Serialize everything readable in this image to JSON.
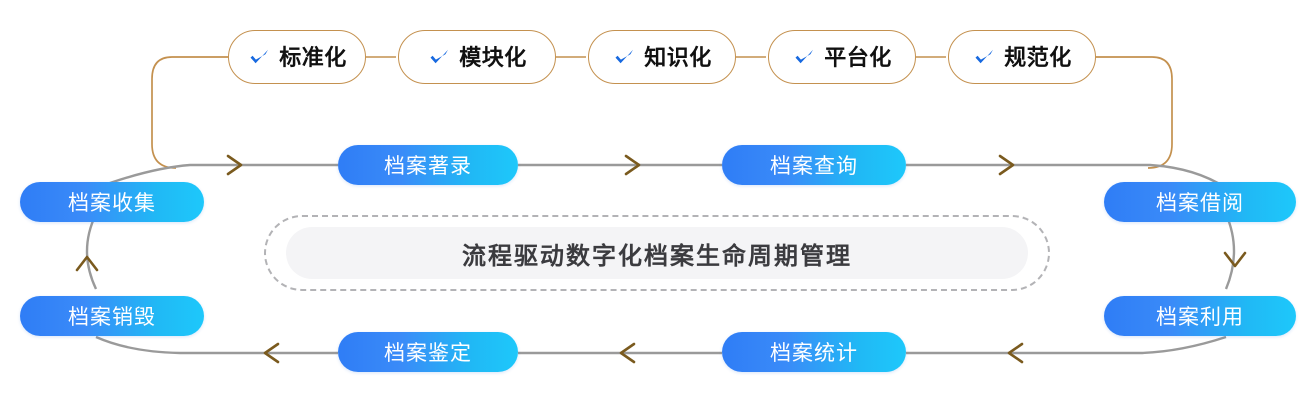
{
  "diagram": {
    "title": "流程驱动数字化档案生命周期管理",
    "colors": {
      "pill_gradient_start": "#2f7df6",
      "pill_gradient_end": "#1ec8fb",
      "chip_border": "#c4914f",
      "chip_check": "#1769e0",
      "connector_line": "#9a9a9a",
      "connector_arrow": "#7a5a1e",
      "gold_loop": "#c4914f",
      "banner_fill": "#f4f4f6",
      "banner_dash": "#b3b3b6",
      "banner_text": "#3b3b3f"
    },
    "capability_chips": [
      {
        "label": "标准化",
        "icon": "check-icon"
      },
      {
        "label": "模块化",
        "icon": "check-icon"
      },
      {
        "label": "知识化",
        "icon": "check-icon"
      },
      {
        "label": "平台化",
        "icon": "check-icon"
      },
      {
        "label": "规范化",
        "icon": "check-icon"
      }
    ],
    "lifecycle_nodes": [
      {
        "id": "collect",
        "label": "档案收集"
      },
      {
        "id": "catalog",
        "label": "档案著录"
      },
      {
        "id": "query",
        "label": "档案查询"
      },
      {
        "id": "borrow",
        "label": "档案借阅"
      },
      {
        "id": "use",
        "label": "档案利用"
      },
      {
        "id": "stats",
        "label": "档案统计"
      },
      {
        "id": "appraise",
        "label": "档案鉴定"
      },
      {
        "id": "destroy",
        "label": "档案销毁"
      }
    ],
    "flow_order": [
      "档案收集",
      "档案著录",
      "档案查询",
      "档案借阅",
      "档案利用",
      "档案统计",
      "档案鉴定",
      "档案销毁"
    ]
  }
}
